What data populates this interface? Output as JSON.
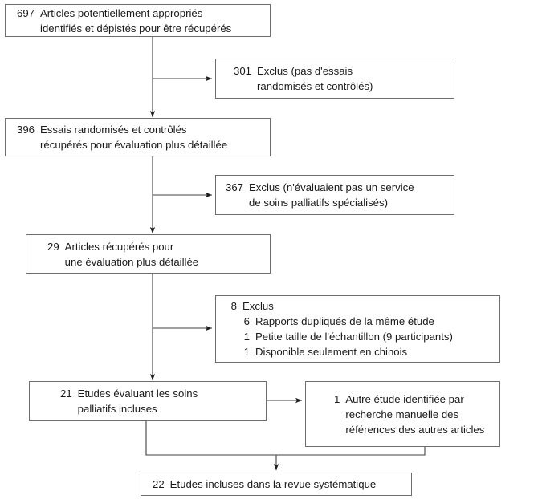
{
  "chart_data": {
    "type": "diagram",
    "title": "",
    "diagram_kind": "prisma-study-flow",
    "language": "fr",
    "nodes": [
      {
        "id": "identified",
        "count": "697",
        "lines": [
          "Articles potentiellement appropriés",
          "identifiés et dépistés pour être récupérés"
        ]
      },
      {
        "id": "excluded-1",
        "count": "301",
        "lines": [
          "Exclus (pas d'essais",
          "randomisés et contrôlés)"
        ]
      },
      {
        "id": "rcts",
        "count": "396",
        "lines": [
          "Essais randomisés et contrôlés",
          "récupérés pour évaluation plus détaillée"
        ]
      },
      {
        "id": "excluded-2",
        "count": "367",
        "lines": [
          "Exclus (n'évaluaient pas un service",
          "de soins palliatifs spécialisés)"
        ]
      },
      {
        "id": "retrieved",
        "count": "29",
        "lines": [
          "Articles récupérés pour",
          "une évaluation plus détaillée"
        ]
      },
      {
        "id": "excluded-3",
        "count": "8",
        "label": "Exclus",
        "sub_items": [
          {
            "count": "6",
            "text": "Rapports dupliqués de la même étude"
          },
          {
            "count": "1",
            "text": "Petite taille de l'échantillon (9 participants)"
          },
          {
            "count": "1",
            "text": "Disponible seulement en chinois"
          }
        ]
      },
      {
        "id": "included-studies",
        "count": "21",
        "lines": [
          "Etudes évaluant les soins",
          "palliatifs incluses"
        ]
      },
      {
        "id": "handsearch",
        "count": "1",
        "lines": [
          "Autre étude identifiée par",
          "recherche manuelle des",
          "références des autres articles"
        ]
      },
      {
        "id": "final",
        "count": "22",
        "lines": [
          "Etudes incluses dans la revue systématique"
        ]
      }
    ],
    "edges": [
      {
        "from": "identified",
        "to": "rcts"
      },
      {
        "from": "identified",
        "to": "excluded-1"
      },
      {
        "from": "rcts",
        "to": "retrieved"
      },
      {
        "from": "rcts",
        "to": "excluded-2"
      },
      {
        "from": "retrieved",
        "to": "included-studies"
      },
      {
        "from": "retrieved",
        "to": "excluded-3"
      },
      {
        "from": "included-studies",
        "to": "handsearch"
      },
      {
        "from": "included-studies",
        "to": "final"
      },
      {
        "from": "handsearch",
        "to": "final"
      }
    ],
    "colors": {
      "box_border": "#6b6f6b",
      "connector": "#3c3f3c",
      "text": "#1a1a1a",
      "background": "#ffffff"
    }
  }
}
